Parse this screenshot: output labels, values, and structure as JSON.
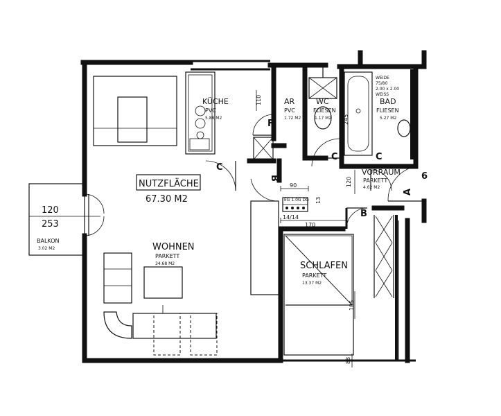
{
  "nutzflaeche": {
    "label": "NUTZFLÄCHE",
    "area": "67.30 M2"
  },
  "rooms": {
    "kueche": {
      "name": "KÜCHE",
      "floor": "PVC",
      "area": "5.88 M2"
    },
    "ar": {
      "name": "AR",
      "floor": "PVC",
      "area": "1.72 M2"
    },
    "wc": {
      "name": "WC",
      "floor": "FLIESEN",
      "area": "1.17 M2"
    },
    "bad": {
      "name": "BAD",
      "floor": "FLIESEN",
      "area": "5.27 M2"
    },
    "vorraum": {
      "name": "VORRAUM",
      "floor": "PARKETT",
      "area": "4.62 M2"
    },
    "wohnen": {
      "name": "WOHNEN",
      "floor": "PARKETT",
      "area": "34.68 M2"
    },
    "schlafen": {
      "name": "SCHLAFEN",
      "floor": "PARKETT",
      "area": "13.37 M2"
    },
    "balkon": {
      "name": "BALKON",
      "area": "3.02 M2"
    }
  },
  "dims": {
    "balkon_door_w": "120",
    "balkon_door_h": "253",
    "d90": "90",
    "d120": "120",
    "d245": "245",
    "d170": "170",
    "d110": "110",
    "d105": "105",
    "d14_14": "14/14",
    "d13": "13",
    "d88": "88",
    "eg_note": "EG 1.0G DG"
  },
  "markers": {
    "c_kueche": "C",
    "c_bad_left": "C",
    "c_bad_right": "C",
    "b_kueche": "B",
    "b_vorraum": "B",
    "f_ar": "F",
    "a_entry": "A",
    "six_entry": "6"
  },
  "bath_label": {
    "line1": "WEIDE",
    "line2": "75/80",
    "line3": "2.00 x 2.00",
    "line4": "WEISS"
  }
}
